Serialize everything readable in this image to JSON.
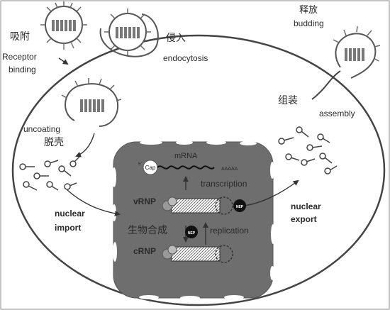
{
  "labels": {
    "attach_cn": "吸附",
    "attach_en_1": "Receptor",
    "attach_en_2": "binding",
    "entry_cn": "侵入",
    "entry_en": "endocytosis",
    "release_cn": "释放",
    "release_en": "budding",
    "assembly_cn": "组装",
    "assembly_en": "assembly",
    "uncoating_en": "uncoating",
    "uncoating_cn": "脱壳",
    "import_1": "nuclear",
    "import_2": "import",
    "export_1": "nuclear",
    "export_2": "export",
    "cap": "Cap",
    "cap_prime": "5'",
    "mrna": "mRNA",
    "polya": "AAAAA",
    "transcription": "transcription",
    "vrnp": "vRNP",
    "crnp": "cRNP",
    "biosynthesis_cn": "生物合成",
    "replication": "replication",
    "nep_1": "NEP",
    "nep_2": "NEP"
  },
  "colors": {
    "cell_outline": "#444444",
    "nucleus_fill": "#6e6e6e",
    "nep_fill": "#111111"
  }
}
